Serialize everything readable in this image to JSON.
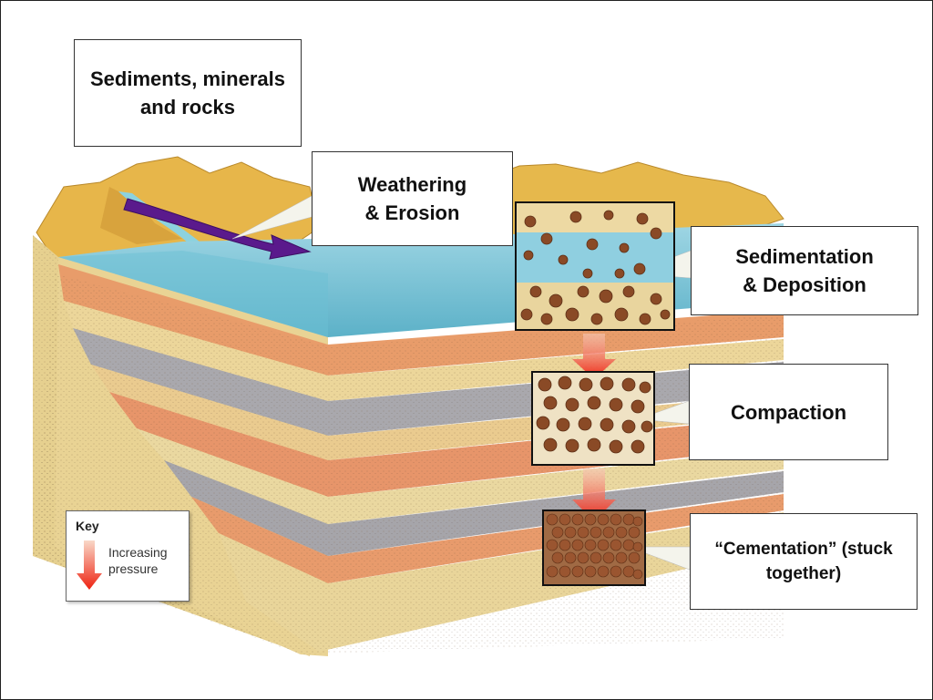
{
  "labels": {
    "sediments": [
      "Sediments, minerals",
      "and rocks"
    ],
    "weathering": [
      "Weathering",
      "& Erosion"
    ],
    "sedimentation": [
      "Sedimentation",
      "& Deposition"
    ],
    "compaction": [
      "Compaction"
    ],
    "cementation": [
      "“Cementation” (stuck",
      "together)"
    ]
  },
  "key": {
    "title": "Key",
    "description_lines": [
      "Increasing",
      "pressure"
    ]
  },
  "colors": {
    "water": "#7fc6d8",
    "water_dark": "#4ea6bd",
    "mountain": "#e8b94c",
    "mountain_shadow": "#c99432",
    "sand": "#ecd69a",
    "orange_layer": "#e69a6a",
    "gray_layer": "#a8a7ab",
    "arrow_purple": "#5a1a8c",
    "pressure_red": "#ee3322",
    "grain": "#8a4a26"
  }
}
